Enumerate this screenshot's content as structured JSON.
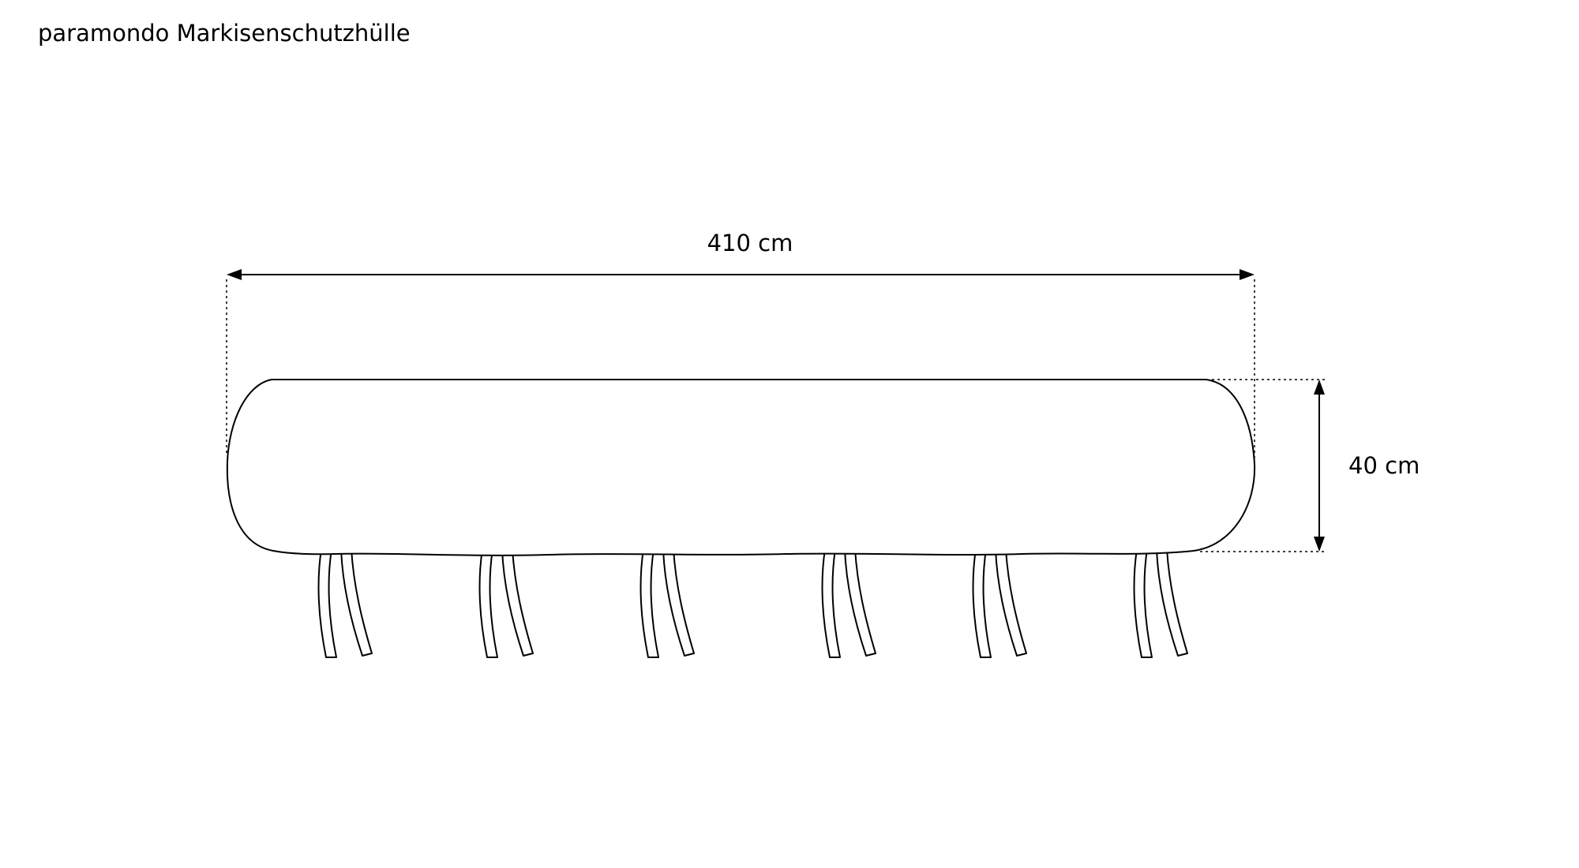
{
  "title": "paramondo Markisenschutzhülle",
  "dimensions": {
    "width_label": "410 cm",
    "height_label": "40 cm"
  },
  "diagram": {
    "subject": "awning protective cover with tie straps",
    "tie_pairs_count": 6
  },
  "colors": {
    "line": "#000000",
    "background": "#ffffff"
  }
}
